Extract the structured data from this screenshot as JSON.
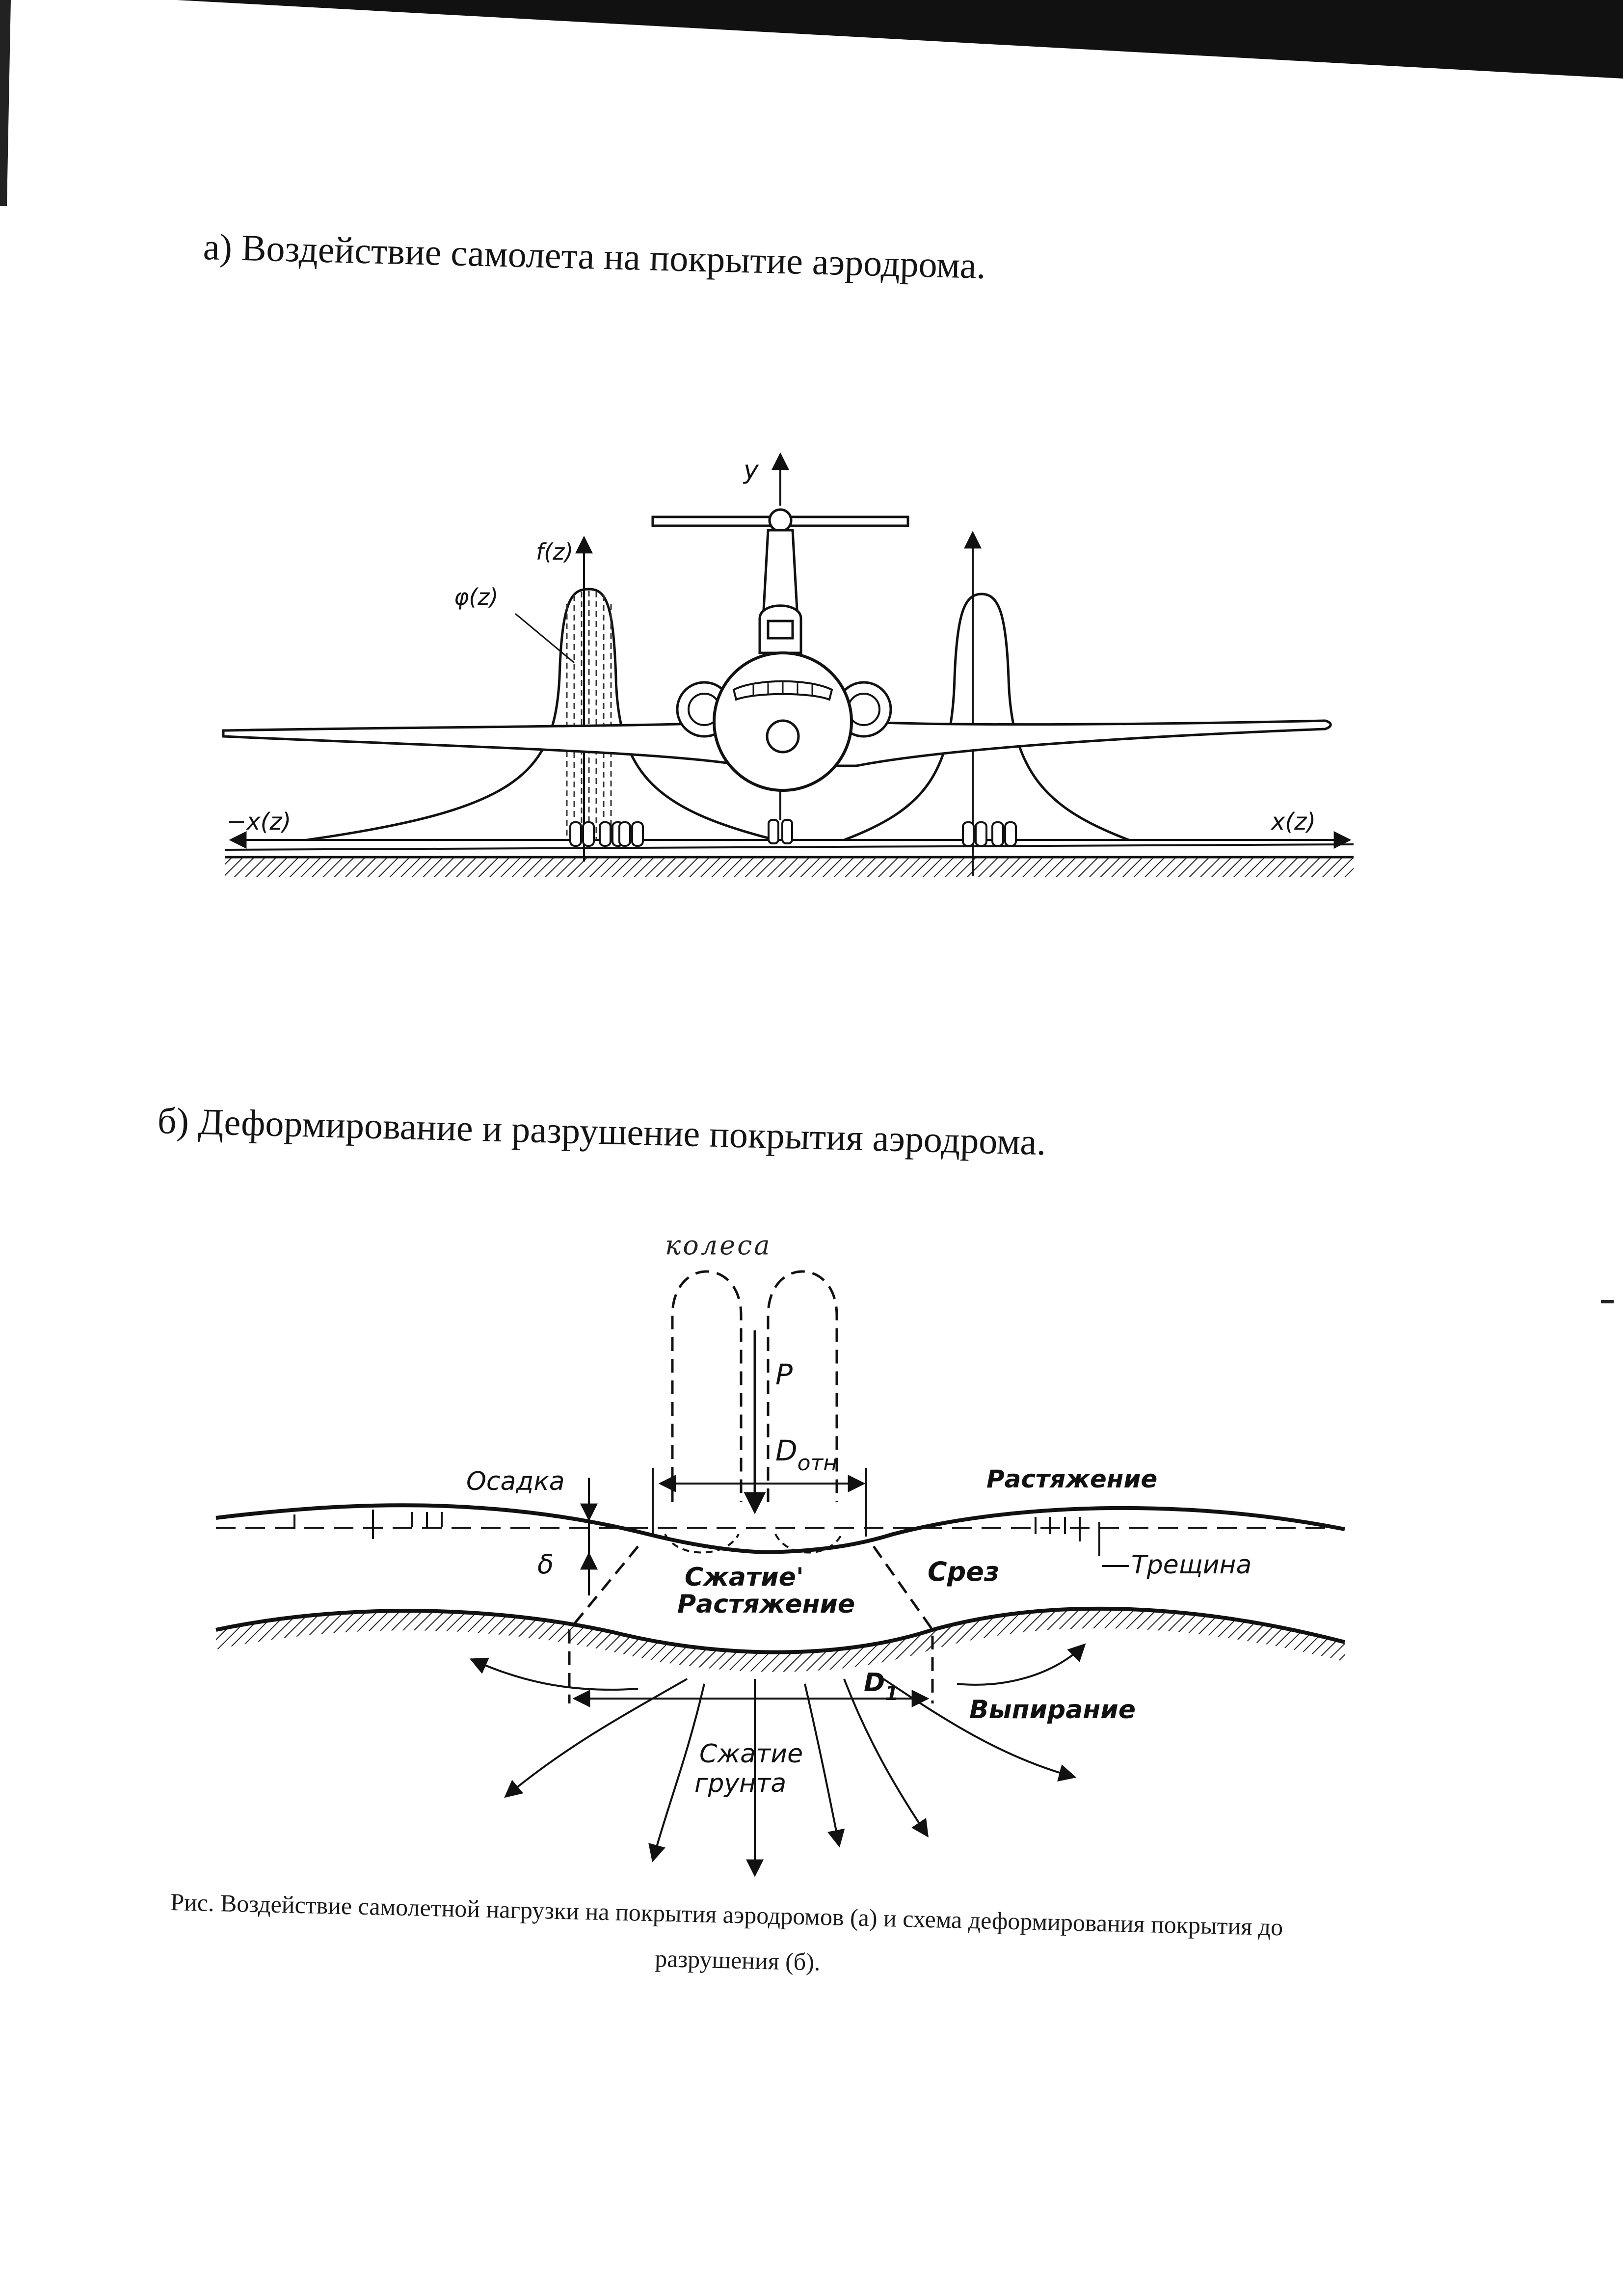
{
  "headings": {
    "a": "а) Воздействие самолета на покрытие аэродрома.",
    "b": "б) Деформирование и разрушение покрытия аэродрома."
  },
  "figure_a": {
    "axis_y": "y",
    "axis_f": "f(z)",
    "phi": "φ(z)",
    "axis_x_neg": "−x(z)",
    "axis_x_pos": "x(z)"
  },
  "figure_b": {
    "wheels": "колеса",
    "load": "P",
    "d_otn_main": "D",
    "d_otn_sub": "отн",
    "settlement": "Осадка",
    "tension_top": "Растяжение",
    "delta": "δ",
    "compression": "Сжатие'",
    "tension_mid": "Растяжение",
    "shear": "Срез",
    "crack": "Трещина",
    "d1_main": "D",
    "d1_sub": "1",
    "heave": "Выпирание",
    "soil_line1": "Сжатие",
    "soil_line2": "грунта"
  },
  "caption": {
    "line1": "Рис. Воздействие самолетной нагрузки на покрытия аэродромов (а) и схема деформирования покрытия до",
    "line2": "разрушения (б)."
  }
}
